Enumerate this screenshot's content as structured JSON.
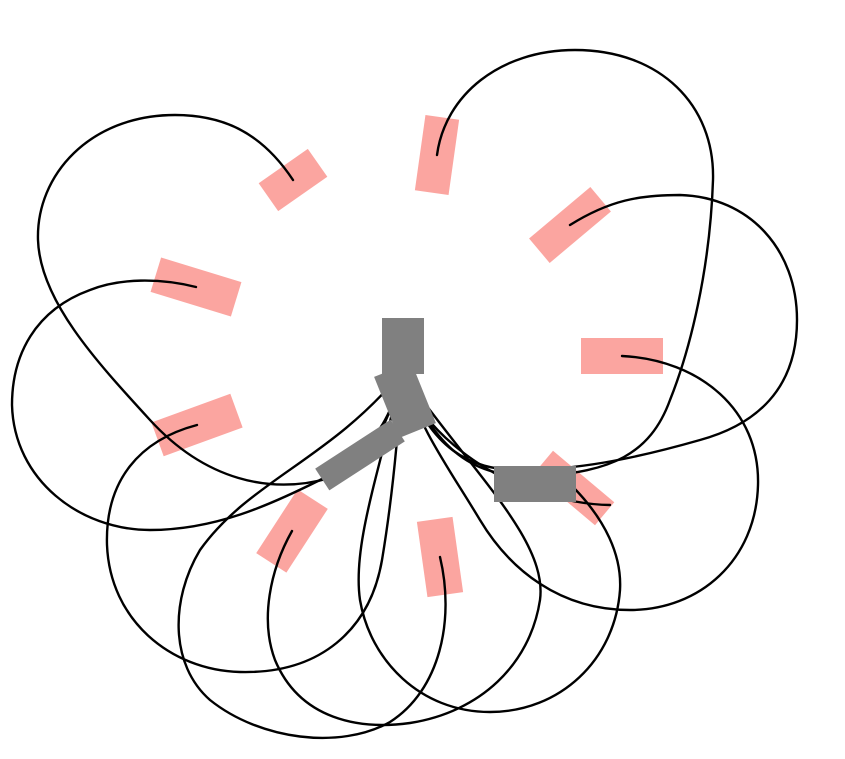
{
  "diagram": {
    "type": "path-planning-loops",
    "colors": {
      "background": "#ffffff",
      "path_stroke": "#000000",
      "goal_pose_fill": "#fba5a0",
      "vehicle_fill": "#808080"
    },
    "goal_pose_count": 10,
    "trajectory_count": 10,
    "vehicle_marker_count": 4
  }
}
